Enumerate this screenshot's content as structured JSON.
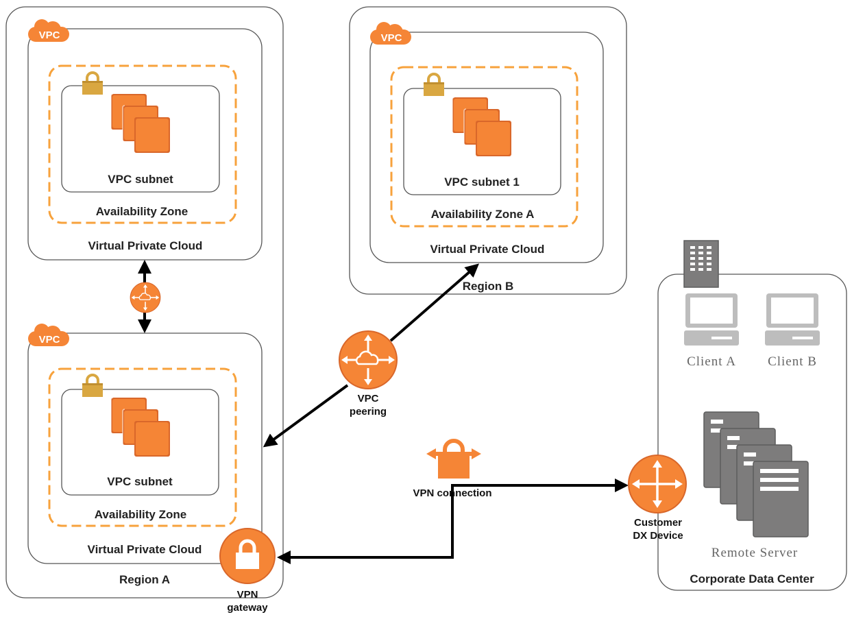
{
  "colors": {
    "orange": "#F58536",
    "orange_dark": "#D9672A",
    "lock_gold": "#D9A741",
    "zone_dash": "#F7A23C",
    "border_gray": "#555555",
    "gray_icon": "#7D7C7C",
    "client_gray": "#BDBDBD"
  },
  "badge": {
    "vpc": "VPC"
  },
  "region_a": {
    "label": "Region A",
    "vpc_top": {
      "label": "Virtual Private Cloud",
      "zone": "Availability Zone",
      "subnet": "VPC subnet"
    },
    "vpc_bottom": {
      "label": "Virtual Private Cloud",
      "zone": "Availability Zone",
      "subnet": "VPC subnet"
    }
  },
  "region_b": {
    "label": "Region B",
    "vpc": {
      "label": "Virtual Private Cloud",
      "zone": "Availability Zone A",
      "subnet": "VPC subnet 1"
    }
  },
  "vpc_peering": {
    "line1": "VPC",
    "line2": "peering"
  },
  "vpn_gateway": {
    "line1": "VPN",
    "line2": "gateway"
  },
  "vpn_connection": {
    "label": "VPN connection"
  },
  "customer_device": {
    "line1": "Customer",
    "line2": "DX Device"
  },
  "corporate_dc": {
    "label": "Corporate Data Center",
    "client_a": "Client  A",
    "client_b": "Client  B",
    "remote_server": "Remote Server"
  },
  "icons": [
    "vpc-cloud-icon",
    "lock-icon",
    "instances-icon",
    "router-icon",
    "vpn-connection-icon",
    "building-icon",
    "client-icon",
    "server-stack-icon"
  ]
}
